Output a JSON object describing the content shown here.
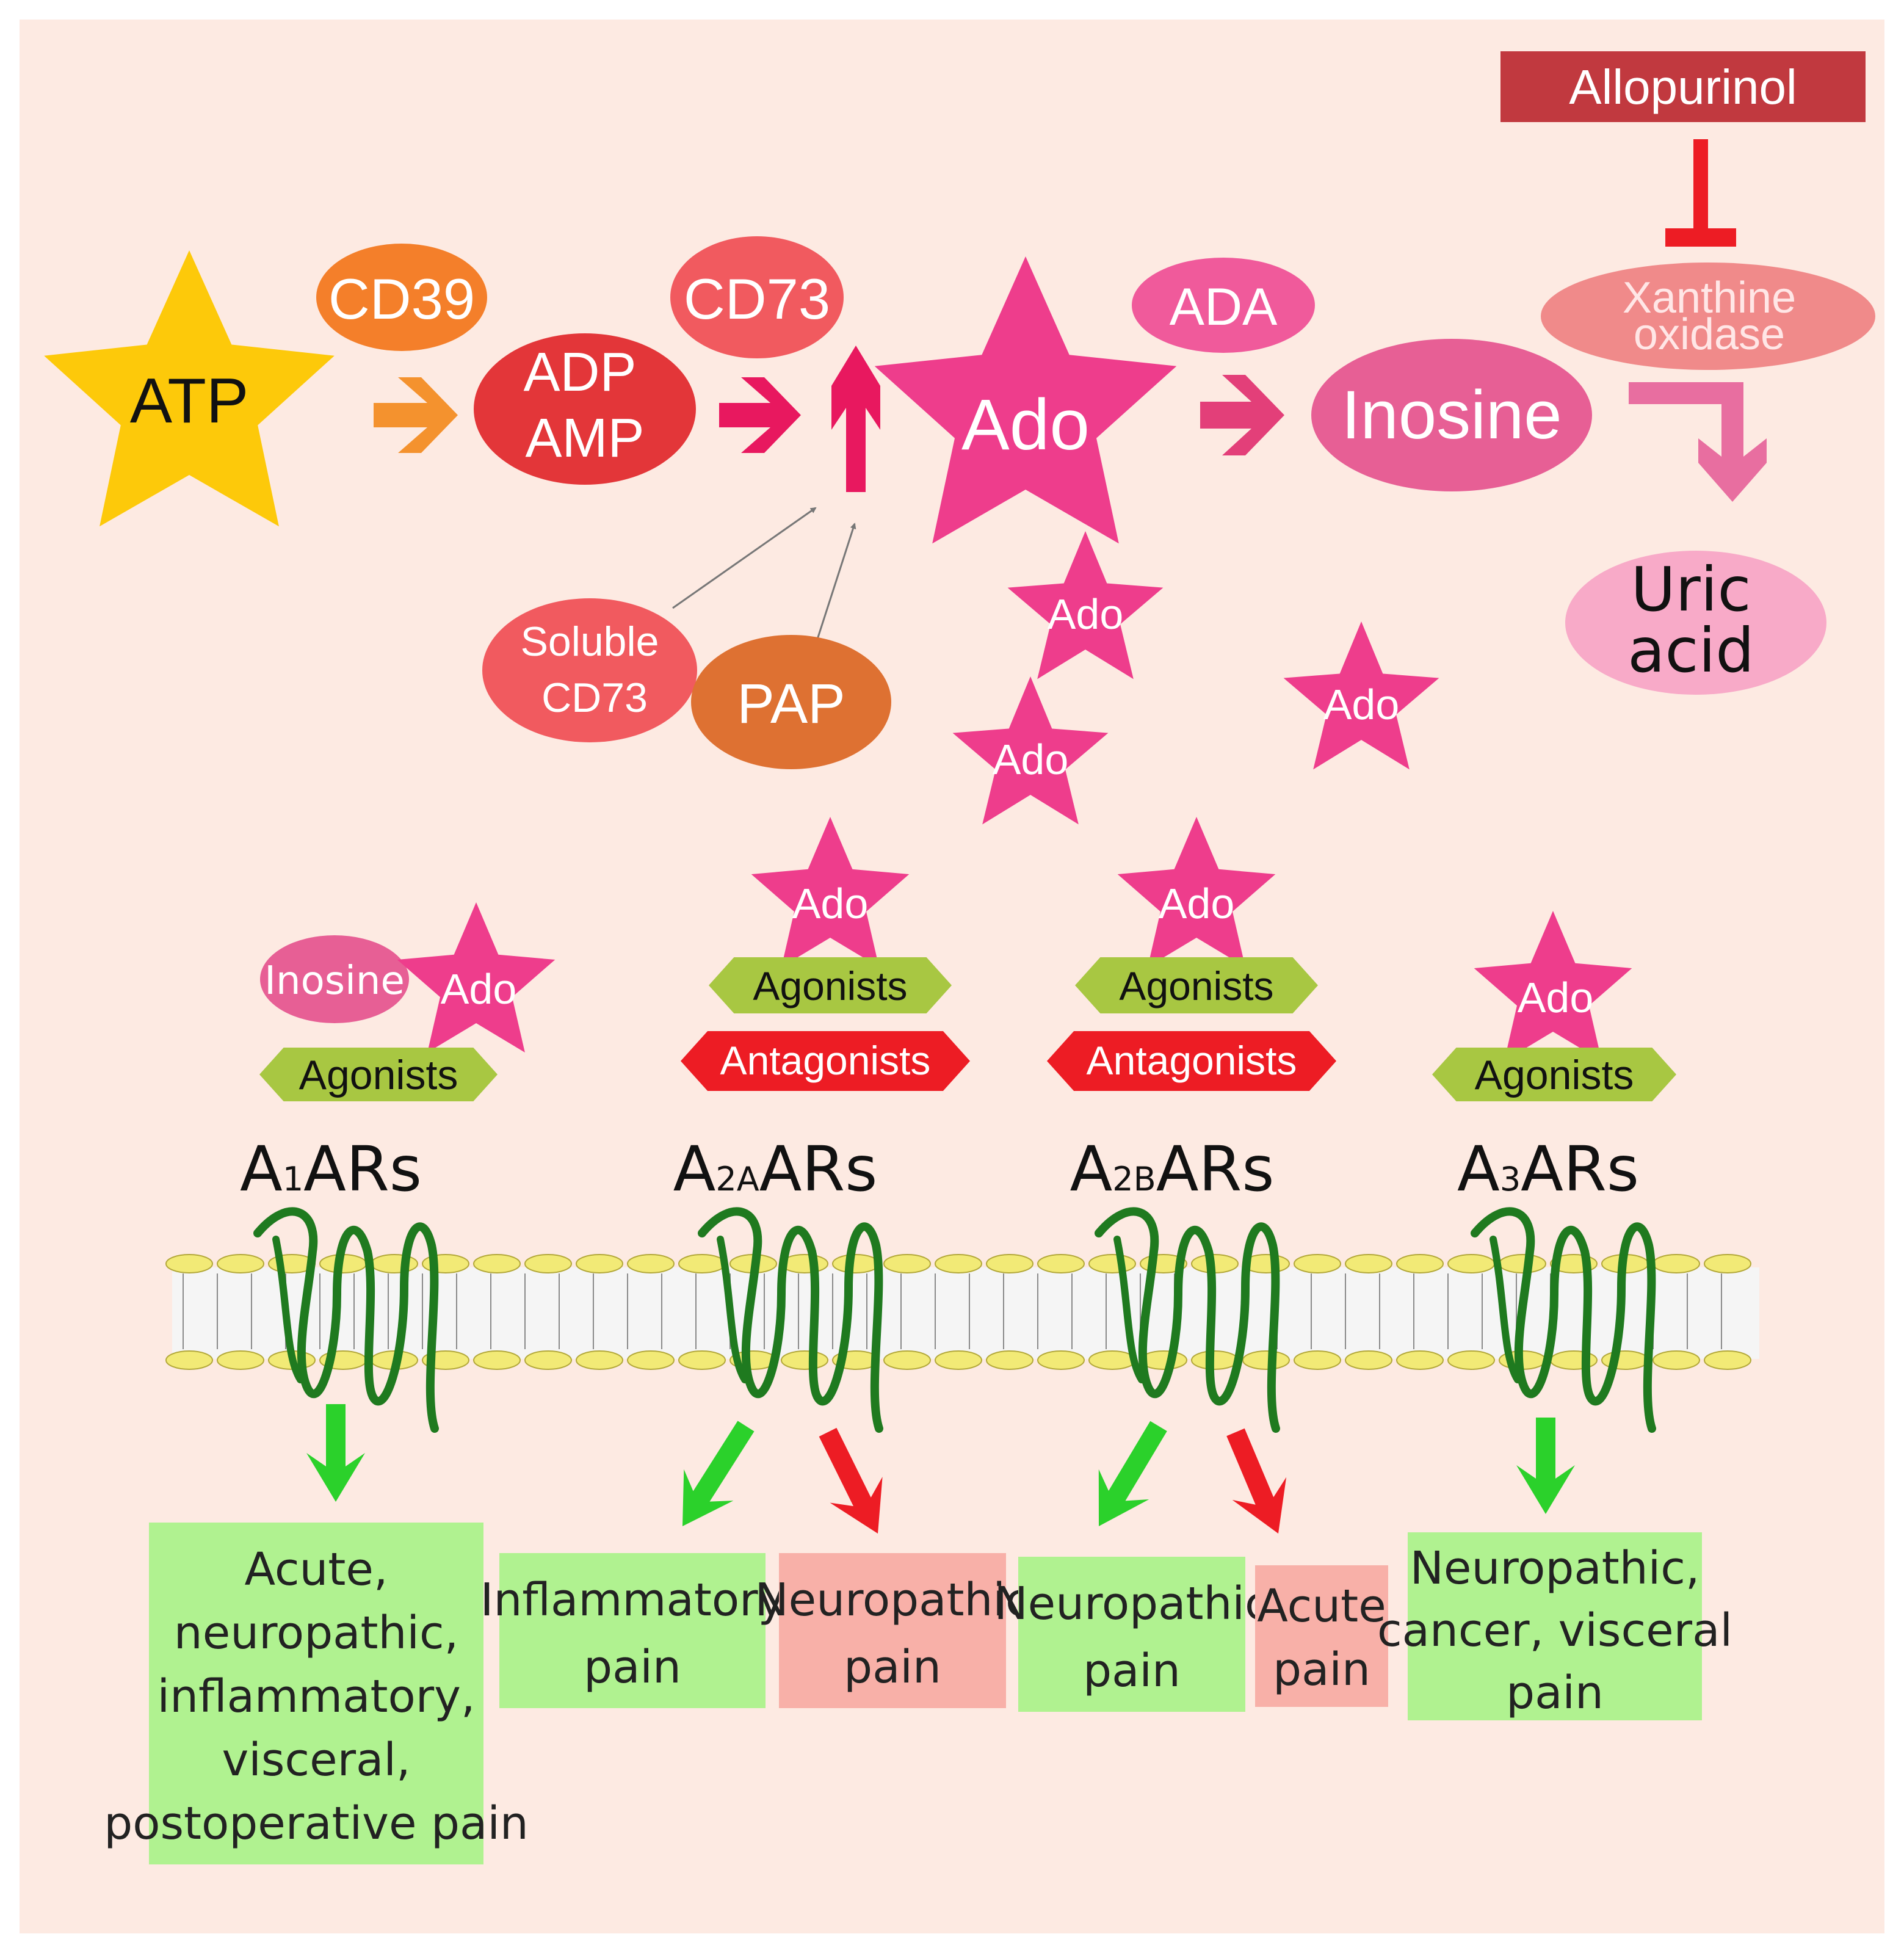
{
  "colors": {
    "background": "#fdeae2",
    "atp": "#fdc90a",
    "cd39": "#f47f2a",
    "adp_amp": "#e33639",
    "cd73": "#f15a5f",
    "ado": "#ee3d8c",
    "ada": "#f05a9b",
    "inosine": "#e75f95",
    "xanthine_oxidase": "#f08a8a",
    "uric_acid": "#f8aac8",
    "allopurinol": "#c1393f",
    "soluble_cd73": "#f15a5f",
    "pap": "#de7132",
    "agonists": "#a8c742",
    "antagonists": "#ed1c24",
    "receptor_helix": "#1f7a1f",
    "membrane_head": "#f2ea76",
    "green_arrow": "#2bd12b",
    "red_arrow": "#ed1c24",
    "green_box": "#b0f290",
    "red_box": "#f8b0a8"
  },
  "pathway": {
    "atp": "ATP",
    "cd39": "CD39",
    "adp": "ADP",
    "amp": "AMP",
    "cd73": "CD73",
    "ado": "Ado",
    "ada": "ADA",
    "inosine": "Inosine",
    "xanthine_oxidase_line1": "Xanthine",
    "xanthine_oxidase_line2": "oxidase",
    "allopurinol": "Allopurinol",
    "uric_acid_line1": "Uric",
    "uric_acid_line2": "acid",
    "soluble_cd73_line1": "Soluble",
    "soluble_cd73_line2": "CD73",
    "pap": "PAP"
  },
  "free_ado": [
    "Ado",
    "Ado",
    "Ado"
  ],
  "receptors": [
    {
      "prefix": "A",
      "subscript": "1",
      "suffix": "ARs",
      "ligands": [
        "Inosine",
        "Ado"
      ],
      "agonists": "Agonists",
      "outcomes": [
        {
          "lines": [
            "Acute,",
            "neuropathic,",
            "inflammatory,",
            "visceral,",
            "postoperative pain"
          ],
          "effect": "relief"
        }
      ]
    },
    {
      "prefix": "A",
      "subscript": "2A",
      "suffix": "ARs",
      "ligands": [
        "Ado"
      ],
      "agonists": "Agonists",
      "antagonists": "Antagonists",
      "outcomes": [
        {
          "lines": [
            "Inflammatory",
            "pain"
          ],
          "effect": "relief"
        },
        {
          "lines": [
            "Neuropathic",
            "pain"
          ],
          "effect": "pain"
        }
      ]
    },
    {
      "prefix": "A",
      "subscript": "2B",
      "suffix": "ARs",
      "ligands": [
        "Ado"
      ],
      "agonists": "Agonists",
      "antagonists": "Antagonists",
      "outcomes": [
        {
          "lines": [
            "Neuropathic",
            "pain"
          ],
          "effect": "relief"
        },
        {
          "lines": [
            "Acute",
            "pain"
          ],
          "effect": "pain"
        }
      ]
    },
    {
      "prefix": "A",
      "subscript": "3",
      "suffix": "ARs",
      "ligands": [
        "Ado"
      ],
      "agonists": "Agonists",
      "outcomes": [
        {
          "lines": [
            "Neuropathic,",
            "cancer, visceral",
            "pain"
          ],
          "effect": "relief"
        }
      ]
    }
  ]
}
